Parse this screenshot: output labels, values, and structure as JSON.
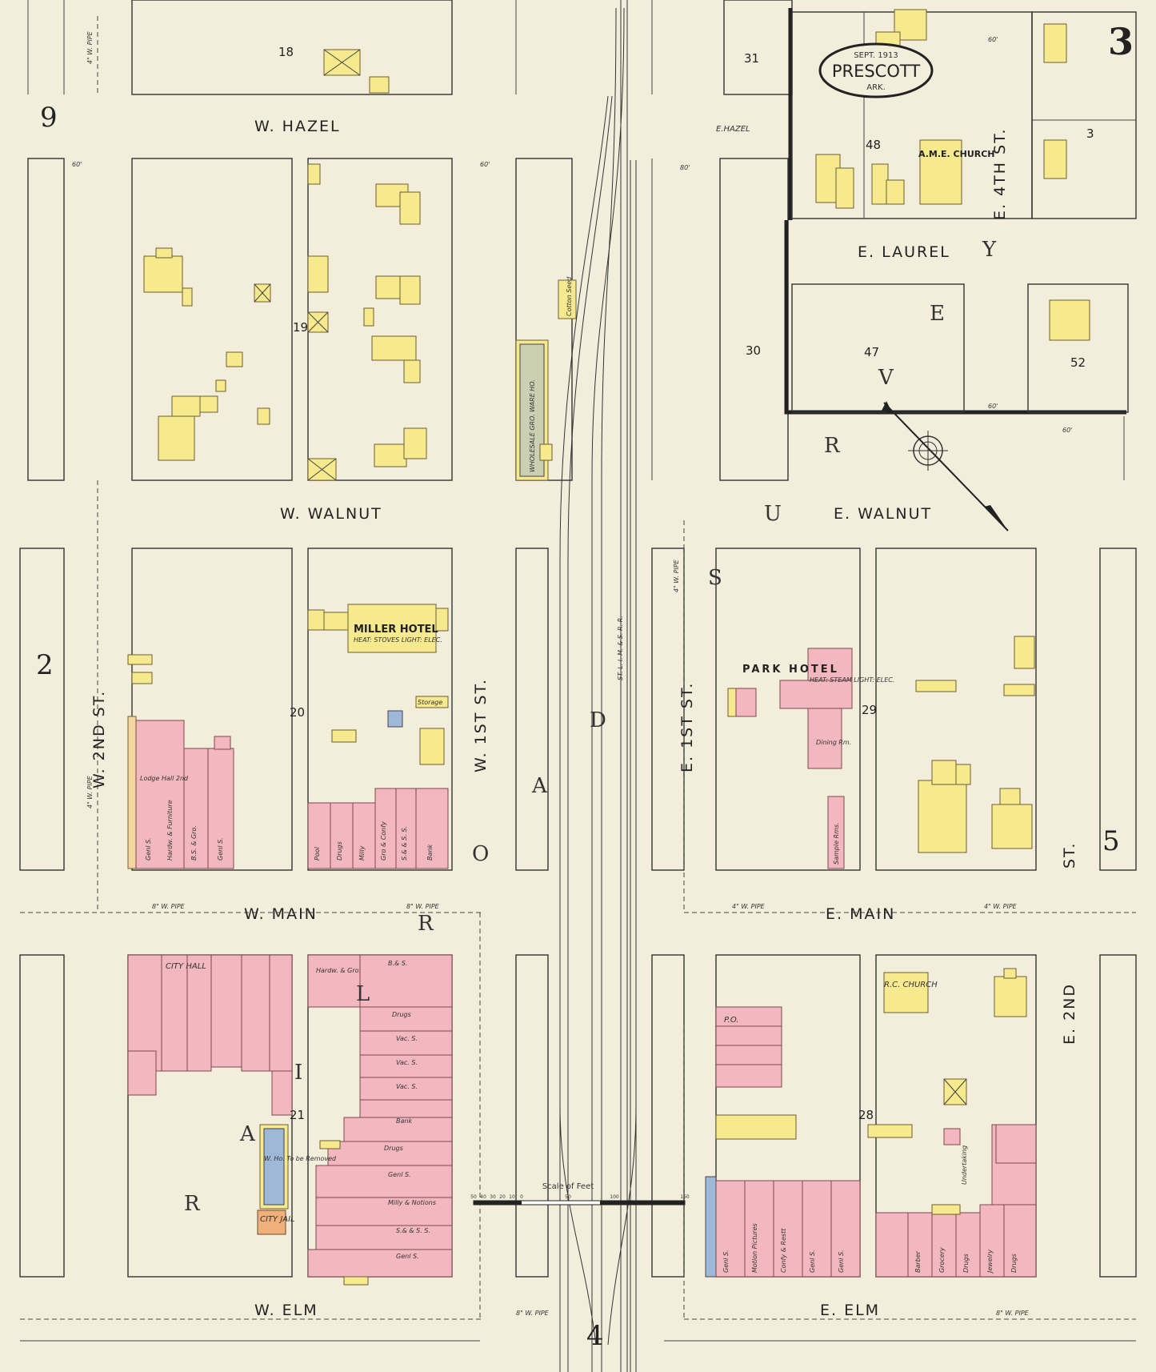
{
  "title": {
    "date": "SEPT. 1913",
    "city": "PRESCOTT",
    "state": "ARK."
  },
  "sheet_number": "3",
  "adjoining_sheets": {
    "nw": "9",
    "w": "2",
    "e": "5",
    "s": "4"
  },
  "streets": {
    "w_hazel": "W. HAZEL",
    "e_hazel": "E.HAZEL",
    "e_laurel": "E. LAUREL",
    "w_walnut": "W. WALNUT",
    "e_walnut": "E. WALNUT",
    "w_main": "W. MAIN",
    "e_main": "E. MAIN",
    "w_elm": "W. ELM",
    "e_elm": "E. ELM",
    "w_2nd": "W. 2ND ST.",
    "w_1st": "W. 1ST ST.",
    "e_1st": "E. 1ST ST.",
    "e_2nd": "E. 2ND",
    "e_4th": "E. 4TH ST.",
    "e_st": "ST."
  },
  "railroad": {
    "letters_w": [
      "R",
      "A",
      "I",
      "L",
      "R",
      "O",
      "A",
      "D"
    ],
    "letters_e": [
      "S",
      "U",
      "R",
      "V",
      "E",
      "Y"
    ],
    "name": "ST. L. I. M. & S. R. R."
  },
  "blocks": [
    "18",
    "31",
    "48",
    "3",
    "19",
    "30",
    "47",
    "52",
    "20",
    "29",
    "21",
    "28"
  ],
  "buildings": {
    "miller_hotel": "MILLER HOTEL",
    "miller_hotel_note": "HEAT: STOVES LIGHT: ELEC.",
    "park_hotel": "PARK HOTEL",
    "park_hotel_note": "HEAT: STEAM LIGHT: ELEC.",
    "ame_church": "A.M.E. CHURCH",
    "rc_church": "R.C. CHURCH",
    "city_hall": "CITY HALL",
    "city_jail": "CITY JAIL",
    "po": "P.O.",
    "wholesale": "WHOLESALE GRO. WARE HO.",
    "lodge": "Lodge Hall 2nd",
    "dining": "Dining Rm.",
    "sample_rooms": "Sample Rms.",
    "w_ho": "W. Ho. To be Removed",
    "cotton": "Cotton Seed",
    "storage": "Storage"
  },
  "store_labels_w": [
    "Pool",
    "Drugs",
    "Milly",
    "Gro & Confy",
    "S.& & S. S.",
    "Bank"
  ],
  "store_labels_wm": [
    "Genl S.",
    "Hardw. & Furniture",
    "B.S. & Gro.",
    "Genl S."
  ],
  "store_labels_c": [
    "Hardw. & Gro.",
    "B.& S.",
    "Drugs",
    "Vac. S.",
    "Vac. S.",
    "Vac. S.",
    "Bank",
    "Drugs",
    "Genl S.",
    "Milly & Notions",
    "S.& & S. S.",
    "Genl S."
  ],
  "store_labels_e": [
    "Genl S.",
    "Motion Pictures",
    "Confy & Restt",
    "Genl S.",
    "Genl S.",
    "Drugs",
    "Jewelry",
    "Undertaking",
    "Barber",
    "Grocery",
    "Drugs"
  ],
  "scale": {
    "title": "Scale of Feet",
    "ticks": [
      "50",
      "40",
      "30",
      "20",
      "10",
      "0",
      "50",
      "100",
      "150"
    ]
  },
  "misc": {
    "w_pipe_4": "4\" W. PIPE",
    "w_pipe_8": "8\" W. PIPE",
    "dim_60": "60'",
    "dim_80": "80'"
  }
}
